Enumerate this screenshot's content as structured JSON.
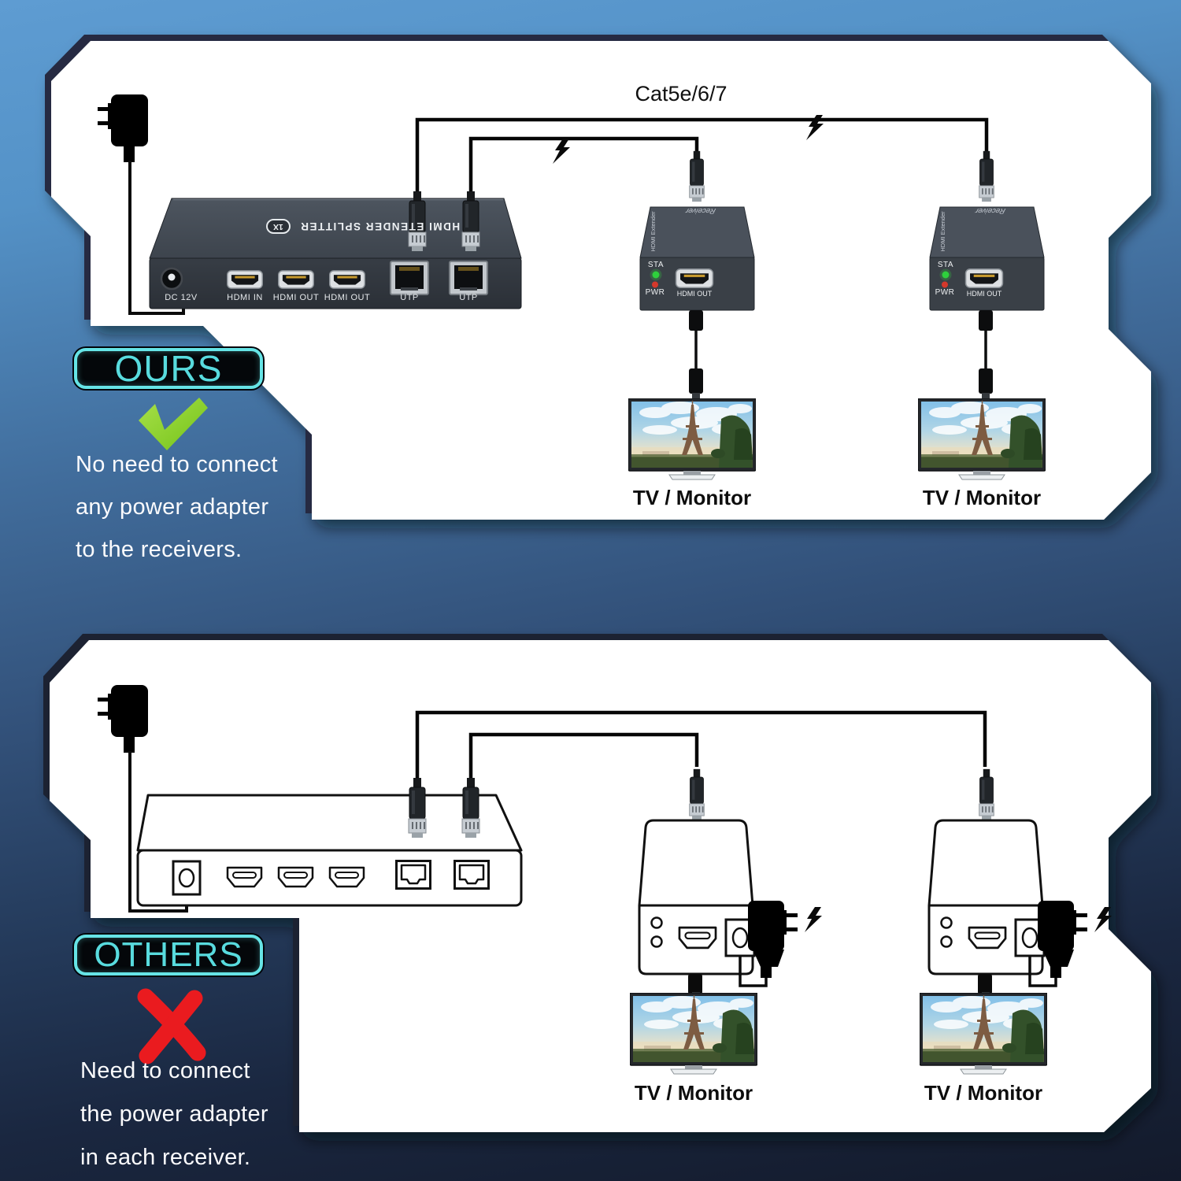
{
  "diagram": {
    "cable_label": "Cat5e/6/7",
    "splitter": {
      "top_label": "HDMI ETENDER SPLITTER",
      "top_badge": "1X",
      "port_labels": [
        "DC 12V",
        "HDMI IN",
        "HDMI OUT",
        "HDMI OUT",
        "UTP",
        "UTP"
      ]
    },
    "receiver": {
      "top_label": "Receiver",
      "side_label": "HDMI Extender",
      "status_led_label": "STA",
      "power_led_label": "PWR",
      "port_label": "HDMI OUT"
    },
    "tv_label": "TV / Monitor"
  },
  "ours": {
    "badge": "OURS",
    "lines": [
      "No need to connect",
      "any power adapter",
      "to the receivers."
    ]
  },
  "others": {
    "badge": "OTHERS",
    "lines": [
      "Need to connect",
      "the power adapter",
      "in each receiver."
    ]
  },
  "colors": {
    "badge_text": "#58dbde",
    "badge_border": "#66e4e6",
    "check_green": "#8fd431",
    "cross_red": "#ea1b1f",
    "led_green": "#2ed13c",
    "led_red": "#d5382c",
    "panel_white": "#ffffff",
    "background_top": "#5e9cd2",
    "background_bottom": "#131a2b"
  }
}
